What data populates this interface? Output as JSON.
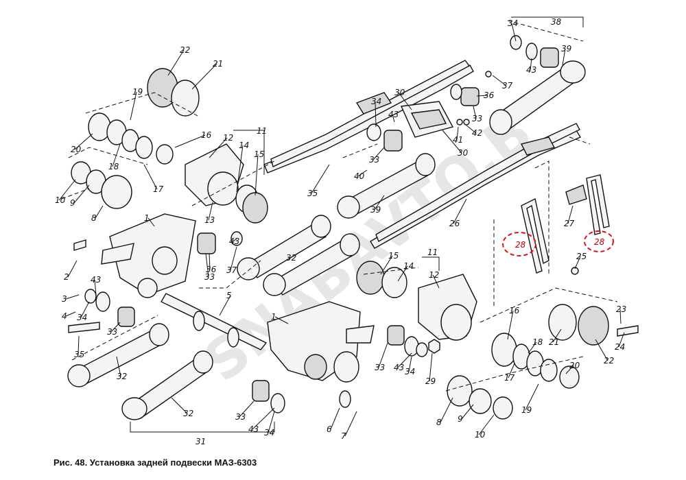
{
  "caption": "Рис. 48. Установка задней подвески МАЗ-6303",
  "watermark": "SNABAVTO.B",
  "highlight_color": "#e01010",
  "callouts": [
    {
      "id": "c1a",
      "text": "1"
    },
    {
      "id": "c1b",
      "text": "1"
    },
    {
      "id": "c2",
      "text": "2"
    },
    {
      "id": "c3",
      "text": "3"
    },
    {
      "id": "c4",
      "text": "4"
    },
    {
      "id": "c5",
      "text": "5"
    },
    {
      "id": "c6",
      "text": "6"
    },
    {
      "id": "c7",
      "text": "7"
    },
    {
      "id": "c8a",
      "text": "8"
    },
    {
      "id": "c8b",
      "text": "8"
    },
    {
      "id": "c9a",
      "text": "9"
    },
    {
      "id": "c9b",
      "text": "9"
    },
    {
      "id": "c10a",
      "text": "10"
    },
    {
      "id": "c10b",
      "text": "10"
    },
    {
      "id": "c11a",
      "text": "11"
    },
    {
      "id": "c11b",
      "text": "11"
    },
    {
      "id": "c12a",
      "text": "12"
    },
    {
      "id": "c12b",
      "text": "12"
    },
    {
      "id": "c13",
      "text": "13"
    },
    {
      "id": "c14a",
      "text": "14"
    },
    {
      "id": "c14b",
      "text": "14"
    },
    {
      "id": "c15a",
      "text": "15"
    },
    {
      "id": "c15b",
      "text": "15"
    },
    {
      "id": "c16a",
      "text": "16"
    },
    {
      "id": "c16b",
      "text": "16"
    },
    {
      "id": "c17a",
      "text": "17"
    },
    {
      "id": "c17b",
      "text": "17"
    },
    {
      "id": "c18a",
      "text": "18"
    },
    {
      "id": "c18b",
      "text": "18"
    },
    {
      "id": "c19a",
      "text": "19"
    },
    {
      "id": "c19b",
      "text": "19"
    },
    {
      "id": "c20a",
      "text": "20"
    },
    {
      "id": "c20b",
      "text": "20"
    },
    {
      "id": "c21a",
      "text": "21"
    },
    {
      "id": "c21b",
      "text": "21"
    },
    {
      "id": "c22a",
      "text": "22"
    },
    {
      "id": "c22b",
      "text": "22"
    },
    {
      "id": "c23",
      "text": "23"
    },
    {
      "id": "c24",
      "text": "24"
    },
    {
      "id": "c25",
      "text": "25"
    },
    {
      "id": "c26",
      "text": "26"
    },
    {
      "id": "c27",
      "text": "27"
    },
    {
      "id": "c28a",
      "text": "28"
    },
    {
      "id": "c28b",
      "text": "28"
    },
    {
      "id": "c29",
      "text": "29"
    },
    {
      "id": "c30a",
      "text": "30"
    },
    {
      "id": "c30b",
      "text": "30"
    },
    {
      "id": "c31",
      "text": "31"
    },
    {
      "id": "c32a",
      "text": "32"
    },
    {
      "id": "c32b",
      "text": "32"
    },
    {
      "id": "c32c",
      "text": "32"
    },
    {
      "id": "c33a",
      "text": "33"
    },
    {
      "id": "c33b",
      "text": "33"
    },
    {
      "id": "c33c",
      "text": "33"
    },
    {
      "id": "c33d",
      "text": "33"
    },
    {
      "id": "c33e",
      "text": "33"
    },
    {
      "id": "c33f",
      "text": "33"
    },
    {
      "id": "c34a",
      "text": "34"
    },
    {
      "id": "c34b",
      "text": "34"
    },
    {
      "id": "c34c",
      "text": "34"
    },
    {
      "id": "c34d",
      "text": "34"
    },
    {
      "id": "c34e",
      "text": "34"
    },
    {
      "id": "c35a",
      "text": "35"
    },
    {
      "id": "c35b",
      "text": "35"
    },
    {
      "id": "c36a",
      "text": "36"
    },
    {
      "id": "c36b",
      "text": "36"
    },
    {
      "id": "c37a",
      "text": "37"
    },
    {
      "id": "c37b",
      "text": "37"
    },
    {
      "id": "c38",
      "text": "38"
    },
    {
      "id": "c39a",
      "text": "39"
    },
    {
      "id": "c39b",
      "text": "39"
    },
    {
      "id": "c40",
      "text": "40"
    },
    {
      "id": "c41",
      "text": "41"
    },
    {
      "id": "c42",
      "text": "42"
    },
    {
      "id": "c43a",
      "text": "43"
    },
    {
      "id": "c43b",
      "text": "43"
    },
    {
      "id": "c43c",
      "text": "43"
    },
    {
      "id": "c43d",
      "text": "43"
    },
    {
      "id": "c43e",
      "text": "43"
    },
    {
      "id": "c43f",
      "text": "43"
    }
  ]
}
